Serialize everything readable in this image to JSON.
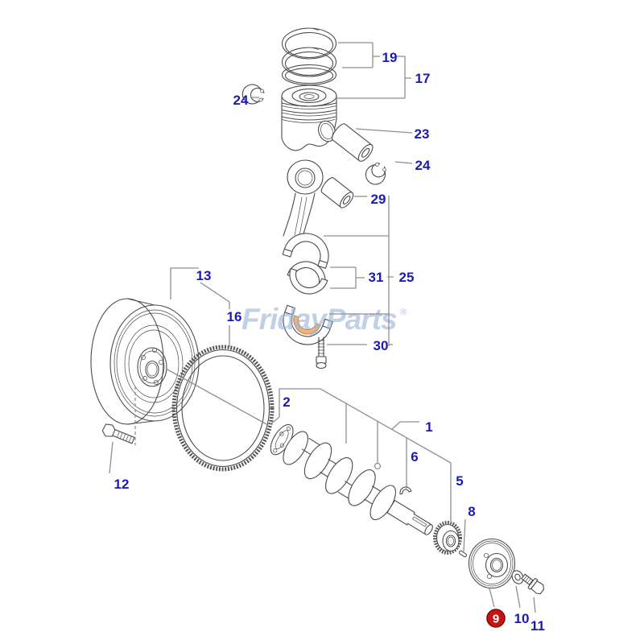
{
  "watermark": {
    "text": "FridayParts",
    "registered": "®",
    "color": "#9db4d6"
  },
  "colors": {
    "label": "#1b1bb0",
    "leader_line": "#8f8f8f",
    "artwork_line": "#4b4b4b",
    "highlight_fill": "#f2b47e",
    "highlight_stroke": "#c9822f",
    "selected_bg": "#c41414",
    "selected_border": "#7d0b0b",
    "selected_text": "#ffffff",
    "background": "#ffffff"
  },
  "diagram": {
    "type": "exploded-parts-diagram",
    "selected_callout": "9",
    "callouts": [
      {
        "text": "19"
      },
      {
        "text": "17"
      },
      {
        "text": "24"
      },
      {
        "text": "23"
      },
      {
        "text": "24"
      },
      {
        "text": "29"
      },
      {
        "text": "31"
      },
      {
        "text": "25"
      },
      {
        "text": "30"
      },
      {
        "text": "13"
      },
      {
        "text": "16"
      },
      {
        "text": "2"
      },
      {
        "text": "1"
      },
      {
        "text": "6"
      },
      {
        "text": "5"
      },
      {
        "text": "8"
      },
      {
        "text": "12"
      },
      {
        "text": "9"
      },
      {
        "text": "10"
      },
      {
        "text": "11"
      }
    ]
  }
}
